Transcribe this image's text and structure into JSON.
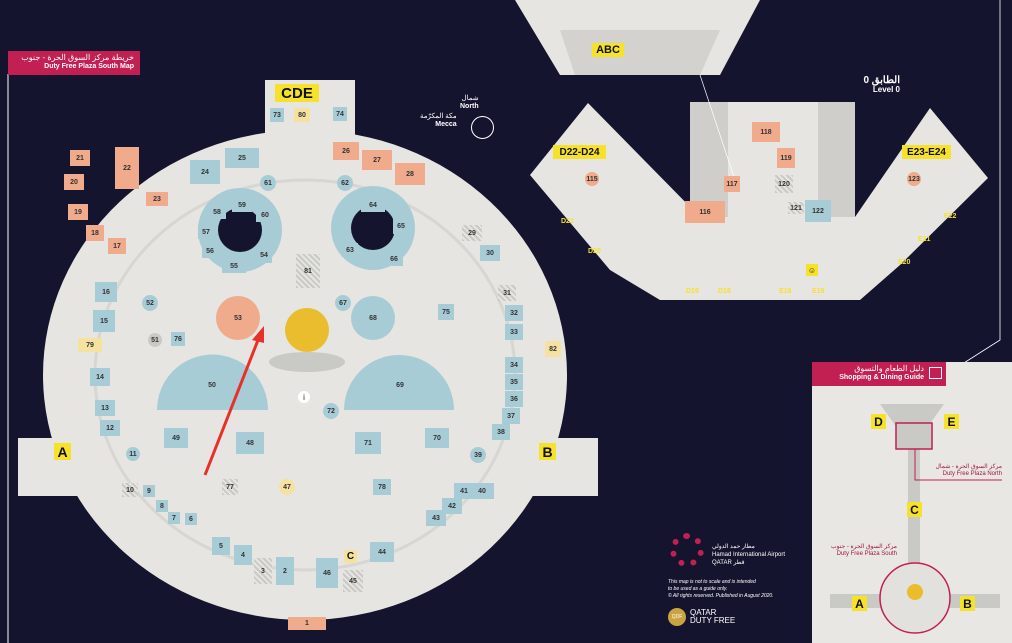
{
  "south_map_title": {
    "arabic": "خريطة مركز السوق الحرة - جنوب",
    "english": "Duty Free Plaza South Map"
  },
  "level": {
    "arabic": "الطابق 0",
    "english": "Level 0"
  },
  "compass": {
    "north_ar": "شمال",
    "north_en": "North",
    "mecca_ar": "مكة المكرّمة",
    "mecca_en": "Mecca"
  },
  "gates": {
    "cde": "CDE",
    "a": "A",
    "b": "B",
    "abc": "ABC",
    "d22": "D22-D24",
    "e23": "E23-E24",
    "c": "C"
  },
  "gate_numbers": [
    "D21",
    "D20",
    "D19",
    "D18",
    "E18",
    "E19",
    "E20",
    "E21",
    "E22"
  ],
  "units": [
    {
      "n": "1",
      "c": "food"
    },
    {
      "n": "2",
      "c": "shop"
    },
    {
      "n": "3",
      "c": "hatch"
    },
    {
      "n": "4",
      "c": "shop"
    },
    {
      "n": "5",
      "c": "shop"
    },
    {
      "n": "6",
      "c": "shop"
    },
    {
      "n": "7",
      "c": "shop"
    },
    {
      "n": "8",
      "c": "shop"
    },
    {
      "n": "9",
      "c": "shop"
    },
    {
      "n": "10",
      "c": "hatch"
    },
    {
      "n": "11",
      "c": "shop"
    },
    {
      "n": "12",
      "c": "shop"
    },
    {
      "n": "13",
      "c": "shop"
    },
    {
      "n": "14",
      "c": "shop"
    },
    {
      "n": "15",
      "c": "shop"
    },
    {
      "n": "16",
      "c": "shop"
    },
    {
      "n": "17",
      "c": "food"
    },
    {
      "n": "18",
      "c": "food"
    },
    {
      "n": "19",
      "c": "food"
    },
    {
      "n": "20",
      "c": "food"
    },
    {
      "n": "21",
      "c": "food"
    },
    {
      "n": "22",
      "c": "food"
    },
    {
      "n": "23",
      "c": "food"
    },
    {
      "n": "24",
      "c": "shop"
    },
    {
      "n": "25",
      "c": "shop"
    },
    {
      "n": "26",
      "c": "food"
    },
    {
      "n": "27",
      "c": "food"
    },
    {
      "n": "28",
      "c": "food"
    },
    {
      "n": "29",
      "c": "hatch"
    },
    {
      "n": "30",
      "c": "shop"
    },
    {
      "n": "31",
      "c": "hatch"
    },
    {
      "n": "32",
      "c": "shop"
    },
    {
      "n": "33",
      "c": "shop"
    },
    {
      "n": "34",
      "c": "shop"
    },
    {
      "n": "35",
      "c": "shop"
    },
    {
      "n": "36",
      "c": "shop"
    },
    {
      "n": "37",
      "c": "shop"
    },
    {
      "n": "38",
      "c": "shop"
    },
    {
      "n": "39",
      "c": "shop"
    },
    {
      "n": "40",
      "c": "shop"
    },
    {
      "n": "41",
      "c": "shop"
    },
    {
      "n": "42",
      "c": "shop"
    },
    {
      "n": "43",
      "c": "shop"
    },
    {
      "n": "44",
      "c": "shop"
    },
    {
      "n": "45",
      "c": "hatch"
    },
    {
      "n": "46",
      "c": "shop"
    },
    {
      "n": "47",
      "c": "service"
    },
    {
      "n": "48",
      "c": "shop"
    },
    {
      "n": "49",
      "c": "shop"
    },
    {
      "n": "50",
      "c": "shop"
    },
    {
      "n": "51",
      "c": "grey"
    },
    {
      "n": "52",
      "c": "shop"
    },
    {
      "n": "53",
      "c": "food"
    },
    {
      "n": "54",
      "c": "shop"
    },
    {
      "n": "55",
      "c": "shop"
    },
    {
      "n": "56",
      "c": "shop"
    },
    {
      "n": "57",
      "c": "shop"
    },
    {
      "n": "58",
      "c": "shop"
    },
    {
      "n": "59",
      "c": "shop"
    },
    {
      "n": "60",
      "c": "shop"
    },
    {
      "n": "61",
      "c": "shop"
    },
    {
      "n": "62",
      "c": "shop"
    },
    {
      "n": "63",
      "c": "shop"
    },
    {
      "n": "64",
      "c": "shop"
    },
    {
      "n": "65",
      "c": "shop"
    },
    {
      "n": "66",
      "c": "shop"
    },
    {
      "n": "67",
      "c": "shop"
    },
    {
      "n": "68",
      "c": "shop"
    },
    {
      "n": "69",
      "c": "shop"
    },
    {
      "n": "70",
      "c": "shop"
    },
    {
      "n": "71",
      "c": "shop"
    },
    {
      "n": "72",
      "c": "shop"
    },
    {
      "n": "73",
      "c": "shop"
    },
    {
      "n": "74",
      "c": "shop"
    },
    {
      "n": "75",
      "c": "shop"
    },
    {
      "n": "76",
      "c": "shop"
    },
    {
      "n": "77",
      "c": "hatch"
    },
    {
      "n": "78",
      "c": "shop"
    },
    {
      "n": "79",
      "c": "service"
    },
    {
      "n": "80",
      "c": "service"
    },
    {
      "n": "81",
      "c": "hatch"
    },
    {
      "n": "82",
      "c": "service"
    },
    {
      "n": "115",
      "c": "food"
    },
    {
      "n": "116",
      "c": "food"
    },
    {
      "n": "117",
      "c": "food"
    },
    {
      "n": "118",
      "c": "food"
    },
    {
      "n": "119",
      "c": "food"
    },
    {
      "n": "120",
      "c": "hatch"
    },
    {
      "n": "121",
      "c": "hatch"
    },
    {
      "n": "122",
      "c": "shop"
    },
    {
      "n": "123",
      "c": "food"
    }
  ],
  "guide": {
    "arabic": "دليل الطعام والتسوق",
    "english": "Shopping & Dining Guide",
    "north_ar": "مركز السوق الحرة - شمال",
    "north_en": "Duty Free Plaza North",
    "south_ar": "مركز السوق الحرة - جنوب",
    "south_en": "Duty Free Plaza South",
    "d": "D",
    "e": "E",
    "c": "C",
    "a": "A",
    "b": "B"
  },
  "footer": {
    "airport_ar": "مطار حمد الدولي",
    "airport_en": "Hamad International Airport",
    "qatar": "QATAR قطر",
    "disclaimer": [
      "This map is not to scale and is intended",
      "to be used as a guide only.",
      "© All rights reserved. Published in August 2020."
    ],
    "qdf": "QATAR DUTY FREE",
    "qdf_badge": "QDF"
  },
  "colors": {
    "food": "#f0aa8c",
    "shop": "#a8ccd6",
    "service": "#f5e2a0",
    "grey": "#c9c9c6",
    "accent": "#c21f52",
    "gate": "#f6e22b",
    "bg": "#14142e",
    "floor": "#e6e5e1",
    "arrow": "#e8302a"
  }
}
